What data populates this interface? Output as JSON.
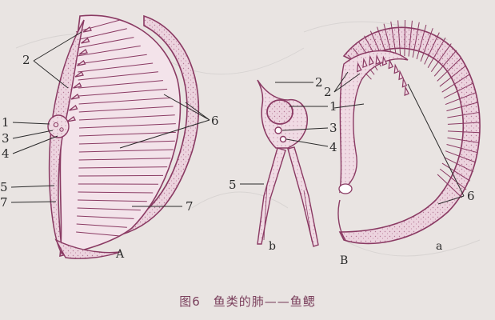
{
  "figure": {
    "caption": "图6　鱼类的肺——鱼鳃",
    "panels": [
      "A",
      "b",
      "B",
      "a"
    ],
    "labels_A": [
      "1",
      "2",
      "3",
      "4",
      "5",
      "6",
      "7",
      "7"
    ],
    "labels_B": [
      "1",
      "2",
      "2",
      "3",
      "4",
      "5",
      "6"
    ],
    "colors": {
      "outline": "#8a3a63",
      "fill": "#e8c9d6",
      "stipple": "#b57b98",
      "leader": "#2a2a2a"
    }
  }
}
